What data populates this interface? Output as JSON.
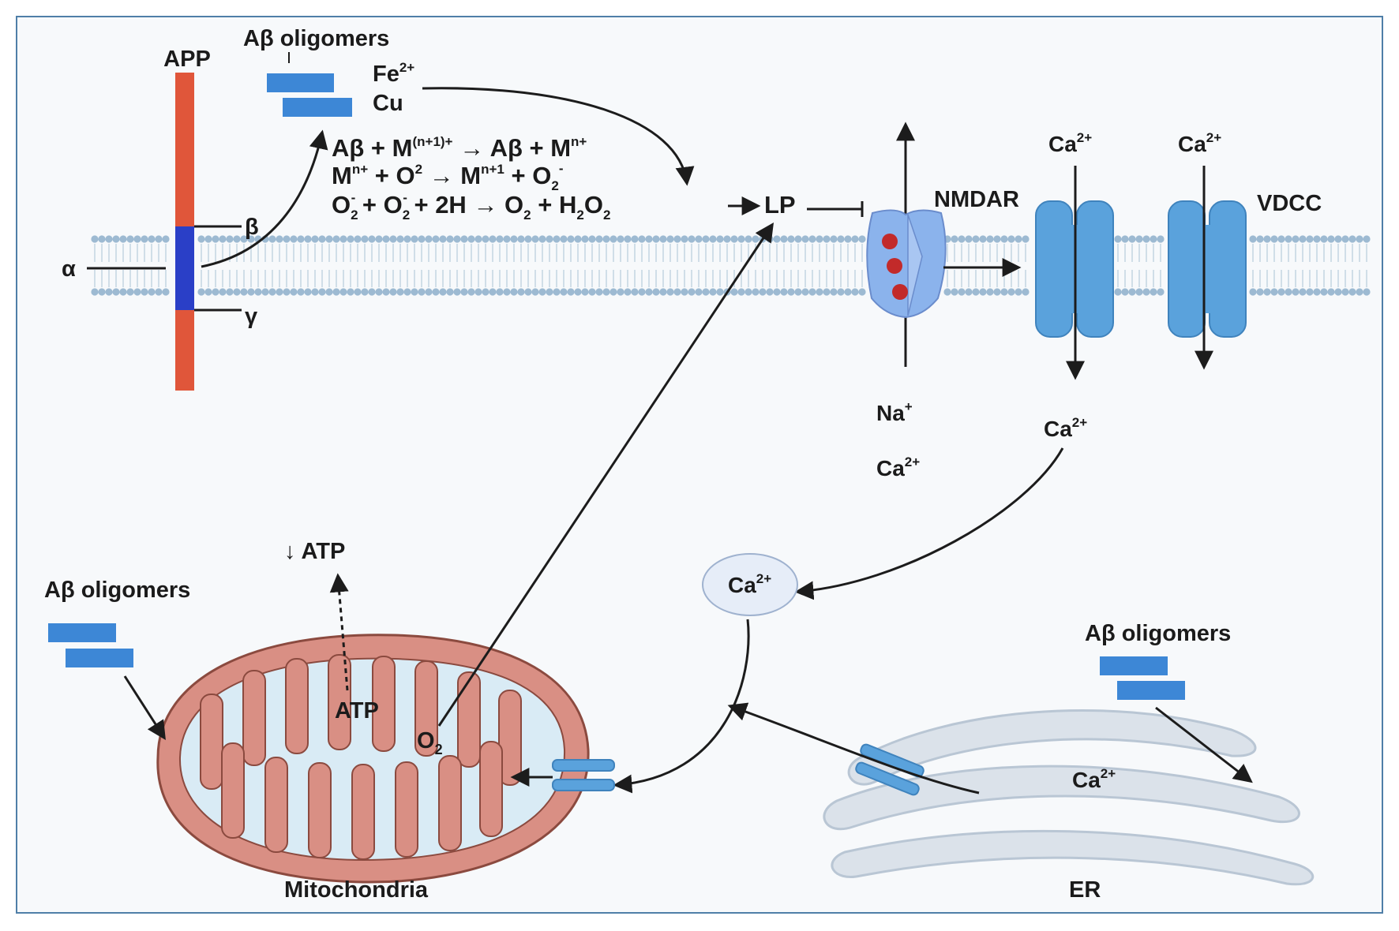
{
  "colors": {
    "app_bar": "#e0563a",
    "cleavage_segment": "#2a3fc7",
    "oligomer_block": "#3d87d6",
    "membrane_bead": "#9dbad2",
    "channel": "#5aa2dc",
    "nmdar": "#8bb3ec",
    "nmdar_sites": "#c22a2a",
    "mito_outer": "#d98f84",
    "mito_inner": "#d9ebf5",
    "er": "#dbe2ea",
    "ca_vesicle": "#e6edf8",
    "arrow": "#1c1c1c"
  },
  "labels": {
    "app": "APP",
    "alpha": "α",
    "beta": "β",
    "gamma": "γ",
    "abeta_top": "Aβ oligomers",
    "abeta_left": "Aβ oligomers",
    "abeta_right": "Aβ oligomers",
    "fe": "Fe",
    "fe_sup": "2+",
    "cu": "Cu",
    "nmdar": "NMDAR",
    "vdcc": "VDCC",
    "na": "Na",
    "na_sup": "+",
    "ca": "Ca",
    "ca_sup": "2+",
    "lp": "LP",
    "atp_down": "↓ ATP",
    "atp": "ATP",
    "o2": "O",
    "o2_sub": "2",
    "mito": "Mitochondria",
    "er": "ER"
  },
  "equations": {
    "eq1": {
      "a": "Aβ + M",
      "a_sup": "(n+1)+",
      "b": " → Aβ + M",
      "b_sup": "n+"
    },
    "eq2": {
      "a": "M",
      "a_sup": "n+",
      "b": " + O",
      "b_sup": "2",
      "c": " → M",
      "c_sup": "n+1",
      "d": " + O",
      "d_sub": "2",
      "d_sup": "-"
    },
    "eq3": {
      "a": "O",
      "a_sub": "2",
      "a_sup": "-",
      "b": " + O",
      "b_sub": "2",
      "b_sup": "-",
      "c": " + 2H → O",
      "c_sub": "2",
      "d": " + H",
      "d_sub": "2",
      "e": "O",
      "e_sub": "2",
      "f": " → "
    }
  }
}
